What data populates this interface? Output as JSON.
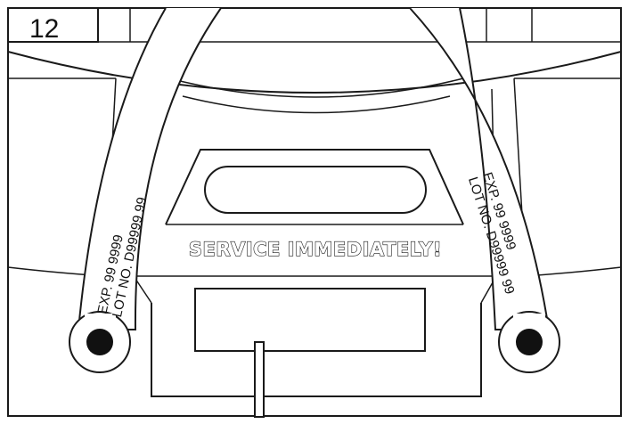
{
  "step": {
    "number": "12"
  },
  "device": {
    "warning_label": "SERVICE IMMEDIATELY!"
  },
  "tags": {
    "left": {
      "line1": "EXP. 99 9999",
      "line2": "LOT NO. D99999 99"
    },
    "right": {
      "line1": "EXP. 99 9999",
      "line2": "LOT NO. D99999 99"
    }
  }
}
